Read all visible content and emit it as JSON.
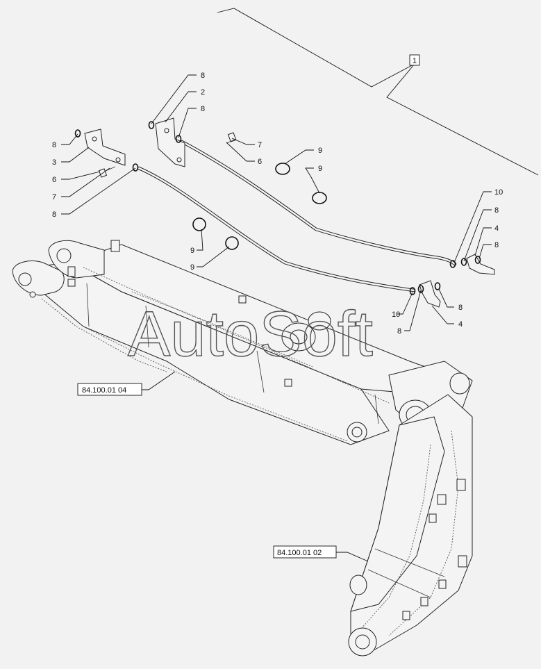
{
  "callouts": {
    "c8a": "8",
    "c3": "3",
    "c6a": "6",
    "c7a": "7",
    "c8b": "8",
    "c8c": "8",
    "c2": "2",
    "c8d": "8",
    "c7b": "7",
    "c6b": "6",
    "c9a": "9",
    "c9b": "9",
    "c9c": "9",
    "c9d": "9",
    "c10a": "10",
    "c8e": "8",
    "c4a": "4",
    "c8f": "8",
    "c8g": "8",
    "c4b": "4",
    "c10b": "10",
    "c8h": "8",
    "c1": "1"
  },
  "references": {
    "boom": "84.100.01 04",
    "arm": "84.100.01 02"
  },
  "watermark": "AutoSoft",
  "colors": {
    "background": "#f2f2f2",
    "line": "#222222"
  }
}
